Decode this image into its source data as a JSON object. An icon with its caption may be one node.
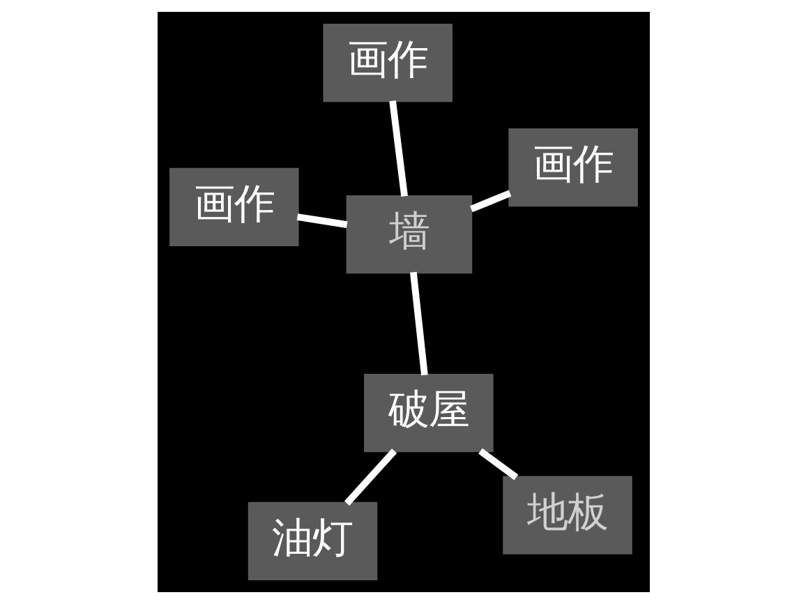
{
  "diagram": {
    "nodes": [
      {
        "text": [
          "油灯"
        ]
      },
      {
        "text": [
          "画作"
        ]
      },
      {
        "text": [
          "破屋"
        ]
      },
      {
        "text": [
          "画作"
        ]
      },
      {
        "text": [
          "地板"
        ]
      },
      {
        "text": [
          "墙"
        ]
      },
      {
        "text": [
          "画作"
        ]
      }
    ],
    "edges": [
      {
        "from": 0,
        "to": 2,
        "arrow": "none"
      },
      {
        "from": 2,
        "to": 4,
        "arrow": "none"
      },
      {
        "from": 2,
        "to": 5,
        "arrow": "none"
      },
      {
        "from": 5,
        "to": 1,
        "arrow": "none"
      },
      {
        "from": 5,
        "to": 3,
        "arrow": "none"
      },
      {
        "from": 5,
        "to": 6,
        "arrow": "none"
      }
    ]
  }
}
